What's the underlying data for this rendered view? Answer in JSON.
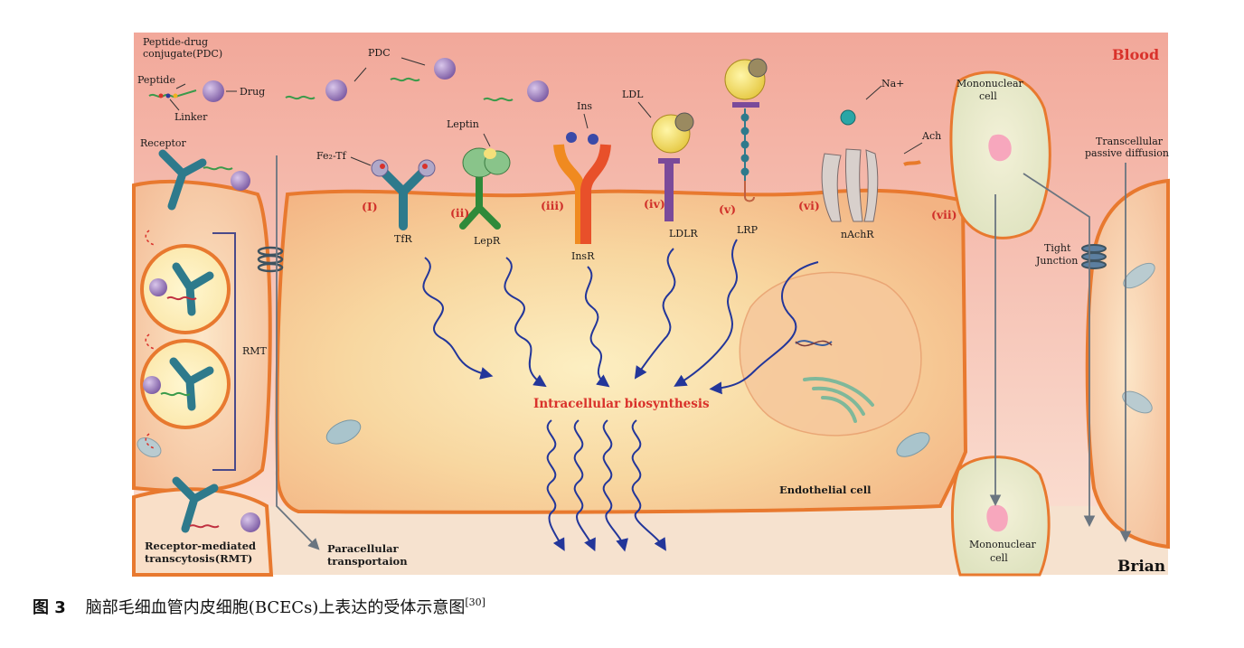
{
  "diagram": {
    "region_blood": "Blood",
    "region_brain": "Brian",
    "endothelial_cell": "Endothelial cell",
    "intracellular": "Intracellular  biosynthesis",
    "pdc_title_1": "Peptide-drug",
    "pdc_title_2": "conjugate(PDC)",
    "pdc_label": "PDC",
    "peptide": "Peptide",
    "drug": "Drug",
    "linker": "Linker",
    "receptor": "Receptor",
    "rmt_label": "RMT",
    "rmt_caption_1": "Receptor-mediated",
    "rmt_caption_2": "transcytosis(RMT)",
    "paracellular_1": "Paracellular",
    "paracellular_2": "transportaion",
    "tight_junction_1": "Tight",
    "tight_junction_2": "Junction",
    "transcellular_1": "Transcellular",
    "transcellular_2": "passive diffusion",
    "mononuclear_1": "Mononuclear",
    "mononuclear_2": "cell",
    "receptors": [
      {
        "roman": "(I)",
        "ligand": "Fe₂-Tf",
        "name": "TfR"
      },
      {
        "roman": "(ii)",
        "ligand": "Leptin",
        "name": "LepR"
      },
      {
        "roman": "(iii)",
        "ligand": "Ins",
        "name": "InsR"
      },
      {
        "roman": "(iv)",
        "ligand": "LDL",
        "name": "LDLR"
      },
      {
        "roman": "(v)",
        "ligand": "",
        "name": "LRP"
      },
      {
        "roman": "(vi)",
        "ligand": "Na+",
        "name": "nAchR",
        "ligand2": "Ach"
      },
      {
        "roman": "(vii)",
        "ligand": "",
        "name": ""
      }
    ]
  },
  "caption": {
    "figure_no": "图 3",
    "text": "脑部毛细血管内皮细胞(BCECs)上表达的受体示意图",
    "ref": "[30]"
  },
  "colors": {
    "membrane": "#e8792f",
    "arrow_blue": "#23369a",
    "red_title": "#d9322b",
    "receptor_teal": "#2e7a8c"
  }
}
